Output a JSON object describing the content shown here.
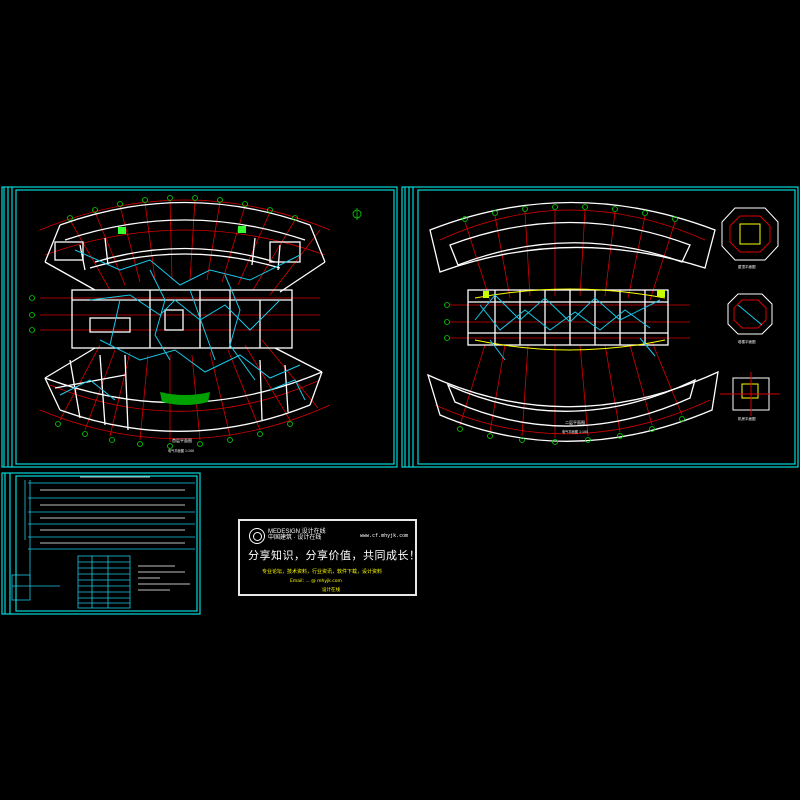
{
  "colors": {
    "background": "#000000",
    "frame": "#00d8d8",
    "wall": "#ffffff",
    "axis": "#d80000",
    "axis_bubble": "#00d800",
    "wiring": "#18c8e8",
    "highlight": "#c8ff00",
    "label": "#ffff00"
  },
  "icons": [
    "north-arrow-icon",
    "website-seal-icon"
  ],
  "sheet_left": {
    "plan_title": "首层平面图",
    "scale": "电气平面图 1:100"
  },
  "sheet_right": {
    "plan_title": "二层平面图",
    "scale": "电气平面图 1:100",
    "detail_titles": [
      "屋顶平面图",
      "塔楼平面图",
      "机房平面图"
    ]
  },
  "stamp": {
    "logo_line1": "MEDESIGN 设计在线",
    "logo_line2": "中国建筑 · 设计在线",
    "site": "www.cf.mhyjk.com",
    "slogan": "分享知识，分享价值，共同成长！",
    "line3": "专业论坛，技术资料，行业资讯，软件下载，设计资料",
    "line4": "Email: ... @ mhyjk.com",
    "line5": "设计在线"
  }
}
